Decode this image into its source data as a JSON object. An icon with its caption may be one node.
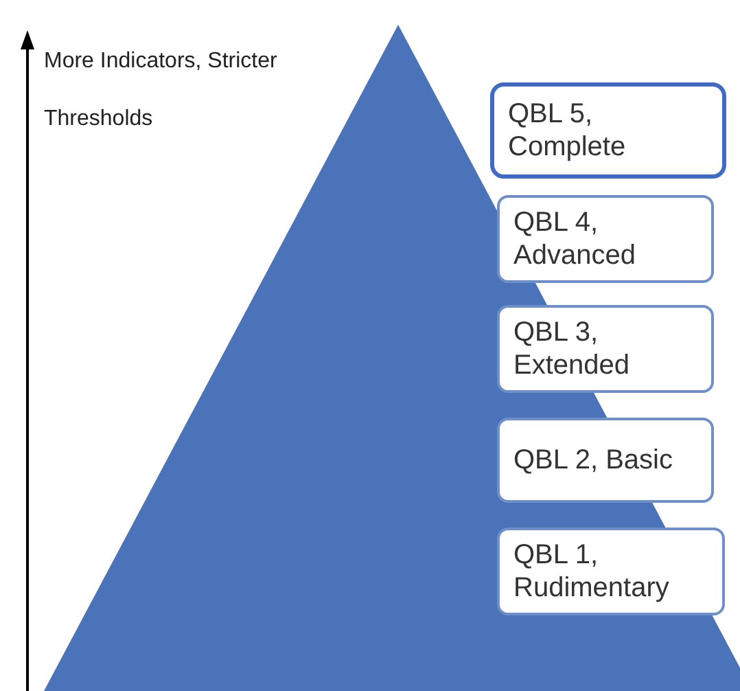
{
  "diagram": {
    "nodes": [
      {
        "text": [
          "QBL 5, Complete"
        ]
      },
      {
        "text": [
          "QBL 4, Advanced"
        ]
      },
      {
        "text": [
          "QBL 3, Extended"
        ]
      },
      {
        "text": [
          "QBL 2, Basic"
        ]
      },
      {
        "text": [
          "QBL 1, Rudimentary"
        ]
      }
    ],
    "labels": [
      "More Indicators, Stricter Thresholds"
    ]
  }
}
